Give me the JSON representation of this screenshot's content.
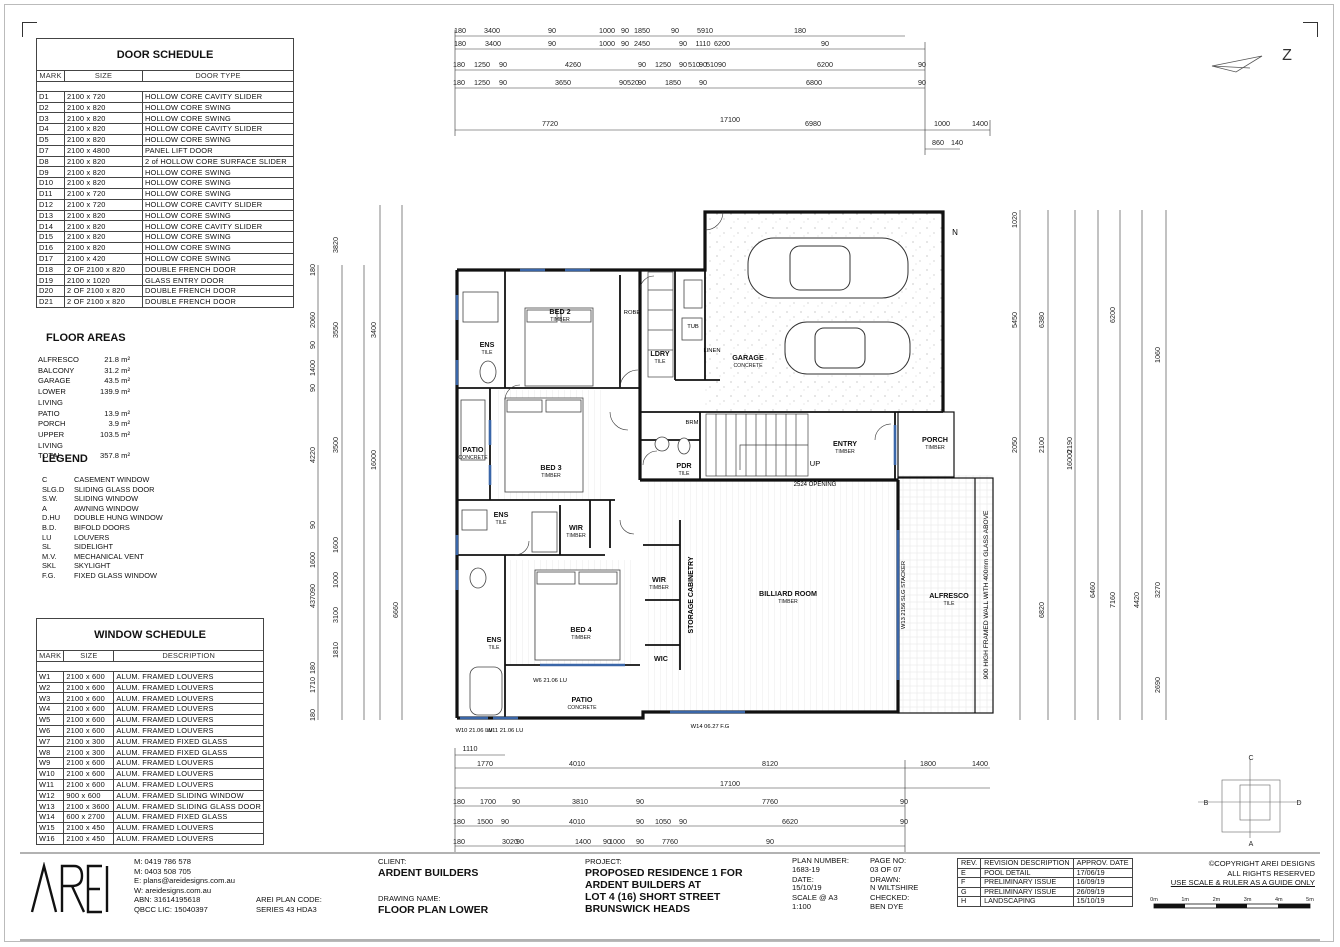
{
  "door_schedule": {
    "title": "DOOR SCHEDULE",
    "headers": [
      "MARK",
      "SIZE",
      "DOOR TYPE"
    ],
    "rows": [
      [
        "D1",
        "2100 x 720",
        "HOLLOW CORE CAVITY SLIDER"
      ],
      [
        "D2",
        "2100 x 820",
        "HOLLOW CORE SWING"
      ],
      [
        "D3",
        "2100 x 820",
        "HOLLOW CORE SWING"
      ],
      [
        "D4",
        "2100 x 820",
        "HOLLOW CORE CAVITY SLIDER"
      ],
      [
        "D5",
        "2100 x 820",
        "HOLLOW CORE SWING"
      ],
      [
        "D7",
        "2100 x 4800",
        "PANEL LIFT DOOR"
      ],
      [
        "D8",
        "2100 x 820",
        "2 of HOLLOW CORE SURFACE SLIDER"
      ],
      [
        "D9",
        "2100 x 820",
        "HOLLOW CORE SWING"
      ],
      [
        "D10",
        "2100 x 820",
        "HOLLOW CORE SWING"
      ],
      [
        "D11",
        "2100 x 720",
        "HOLLOW CORE SWING"
      ],
      [
        "D12",
        "2100 x 720",
        "HOLLOW CORE CAVITY SLIDER"
      ],
      [
        "D13",
        "2100 x 820",
        "HOLLOW CORE SWING"
      ],
      [
        "D14",
        "2100 x 820",
        "HOLLOW CORE CAVITY SLIDER"
      ],
      [
        "D15",
        "2100 x 820",
        "HOLLOW CORE SWING"
      ],
      [
        "D16",
        "2100 x 820",
        "HOLLOW CORE SWING"
      ],
      [
        "D17",
        "2100 x 420",
        "HOLLOW CORE SWING"
      ],
      [
        "D18",
        "2 OF 2100 x 820",
        "DOUBLE FRENCH DOOR"
      ],
      [
        "D19",
        "2100 x 1020",
        "GLASS ENTRY DOOR"
      ],
      [
        "D20",
        "2 OF 2100 x 820",
        "DOUBLE FRENCH DOOR"
      ],
      [
        "D21",
        "2 OF 2100 x 820",
        "DOUBLE FRENCH DOOR"
      ]
    ]
  },
  "floor_areas": {
    "title": "FLOOR AREAS",
    "rows": [
      [
        "ALFRESCO",
        "21.8 m²"
      ],
      [
        "BALCONY",
        "31.2 m²"
      ],
      [
        "GARAGE",
        "43.5 m²"
      ],
      [
        "LOWER LIVING",
        "139.9 m²"
      ],
      [
        "PATIO",
        "13.9 m²"
      ],
      [
        "PORCH",
        "3.9 m²"
      ],
      [
        "UPPER LIVING",
        "103.5 m²"
      ],
      [
        "TOTAL",
        "357.8 m²"
      ]
    ]
  },
  "legend": {
    "title": "LEGEND",
    "rows": [
      [
        "C",
        "CASEMENT WINDOW"
      ],
      [
        "SLG.D",
        "SLIDING GLASS DOOR"
      ],
      [
        "S.W.",
        "SLIDING WINDOW"
      ],
      [
        "A",
        "AWNING WINDOW"
      ],
      [
        "D.HU",
        "DOUBLE HUNG WINDOW"
      ],
      [
        "B.D.",
        "BIFOLD DOORS"
      ],
      [
        "LU",
        "LOUVERS"
      ],
      [
        "SL",
        "SIDELIGHT"
      ],
      [
        "M.V.",
        "MECHANICAL VENT"
      ],
      [
        "SKL",
        "SKYLIGHT"
      ],
      [
        "F.G.",
        "FIXED GLASS WINDOW"
      ]
    ]
  },
  "window_schedule": {
    "title": "WINDOW SCHEDULE",
    "headers": [
      "MARK",
      "SIZE",
      "DESCRIPTION"
    ],
    "rows": [
      [
        "W1",
        "2100 x 600",
        "ALUM. FRAMED LOUVERS"
      ],
      [
        "W2",
        "2100 x 600",
        "ALUM. FRAMED LOUVERS"
      ],
      [
        "W3",
        "2100 x 600",
        "ALUM. FRAMED LOUVERS"
      ],
      [
        "W4",
        "2100 x 600",
        "ALUM. FRAMED LOUVERS"
      ],
      [
        "W5",
        "2100 x 600",
        "ALUM. FRAMED LOUVERS"
      ],
      [
        "W6",
        "2100 x 600",
        "ALUM. FRAMED LOUVERS"
      ],
      [
        "W7",
        "2100 x 300",
        "ALUM. FRAMED FIXED GLASS"
      ],
      [
        "W8",
        "2100 x 300",
        "ALUM. FRAMED FIXED GLASS"
      ],
      [
        "W9",
        "2100 x 600",
        "ALUM. FRAMED LOUVERS"
      ],
      [
        "W10",
        "2100 x 600",
        "ALUM. FRAMED LOUVERS"
      ],
      [
        "W11",
        "2100 x 600",
        "ALUM. FRAMED LOUVERS"
      ],
      [
        "W12",
        "900 x 600",
        "ALUM. FRAMED SLIDING WINDOW"
      ],
      [
        "W13",
        "2100 x 3600",
        "ALUM. FRAMED SLIDING GLASS DOOR"
      ],
      [
        "W14",
        "600 x 2700",
        "ALUM. FRAMED FIXED GLASS"
      ],
      [
        "W15",
        "2100 x 450",
        "ALUM. FRAMED LOUVERS"
      ],
      [
        "W16",
        "2100 x 450",
        "ALUM. FRAMED LOUVERS"
      ]
    ]
  },
  "plan": {
    "rooms": {
      "bed2": {
        "name": "BED 2",
        "finish": "TIMBER"
      },
      "bed3": {
        "name": "BED 3",
        "finish": "TIMBER"
      },
      "bed4": {
        "name": "BED 4",
        "finish": "TIMBER"
      },
      "ens1": {
        "name": "ENS",
        "finish": "TILE"
      },
      "ens2": {
        "name": "ENS",
        "finish": "TILE"
      },
      "ens3": {
        "name": "ENS",
        "finish": "TILE"
      },
      "garage": {
        "name": "GARAGE",
        "finish": "CONCRETE"
      },
      "ldry": {
        "name": "LDRY",
        "finish": "TILE"
      },
      "entry": {
        "name": "ENTRY",
        "finish": "TIMBER"
      },
      "porch": {
        "name": "PORCH",
        "finish": "TIMBER"
      },
      "pdr": {
        "name": "PDR",
        "finish": "TILE"
      },
      "patio1": {
        "name": "PATIO",
        "finish": "CONCRETE"
      },
      "patio2": {
        "name": "PATIO",
        "finish": "CONCRETE"
      },
      "wir1": {
        "name": "WIR",
        "finish": "TIMBER"
      },
      "wir2": {
        "name": "WIR",
        "finish": "TIMBER"
      },
      "wic": {
        "name": "WIC",
        "finish": ""
      },
      "billiard": {
        "name": "BILLIARD ROOM",
        "finish": "TIMBER"
      },
      "alfresco": {
        "name": "ALFRESCO",
        "finish": "TILE"
      }
    },
    "labels": {
      "up": "UP",
      "storage": "STORAGE CABINETRY",
      "robe": "ROBE",
      "linen": "LINEN",
      "tub": "TUB",
      "brm": "BRM",
      "glass_wall": "900 HIGH FRAMED WALL WITH 400mm GLASS ABOVE",
      "stacker": "W13 2156 SLG STACKER",
      "void": "2524 OPENING",
      "w14": "W14 06.27 F.G",
      "w6": "W6 21.06 LU",
      "w10": "W10 21.06 LU",
      "w11": "W11 21.06 LU",
      "north": "N"
    },
    "dims_top": [
      [
        "180",
        "3400",
        "90",
        "1000",
        "90",
        "1850",
        "90",
        "5910",
        "180"
      ],
      [
        "180",
        "3400",
        "90",
        "1000",
        "90",
        "2450",
        "90",
        "1110",
        "6200",
        "90"
      ],
      [
        "180",
        "1250",
        "90",
        "4260",
        "90",
        "1250",
        "90",
        "510",
        "90",
        "510",
        "90",
        "6200",
        "90"
      ],
      [
        "180",
        "1250",
        "90",
        "3650",
        "90",
        "520",
        "90",
        "1850",
        "90",
        "6800",
        "90"
      ],
      [
        "7720",
        "17100",
        "6980",
        "1000",
        "1400"
      ],
      [
        "860",
        "140"
      ]
    ],
    "dims_bottom": [
      [
        "1110"
      ],
      [
        "1770",
        "4010",
        "8120",
        "1800",
        "1400"
      ],
      [
        "17100"
      ],
      [
        "180",
        "1700",
        "90",
        "3810",
        "90",
        "7760",
        "90"
      ],
      [
        "180",
        "1500",
        "90",
        "4010",
        "90",
        "1050",
        "90",
        "6620",
        "90"
      ],
      [
        "180",
        "3020",
        "90",
        "1400",
        "90",
        "1000",
        "90",
        "7760",
        "90"
      ]
    ],
    "dims_left": [
      "180",
      "2060",
      "90",
      "1400",
      "90",
      "4220",
      "90",
      "1600",
      "90",
      "4370",
      "180",
      "1710",
      "180",
      "3820",
      "3550",
      "3500",
      "1600",
      "1000",
      "3100",
      "1810",
      "3400",
      "16000",
      "6660"
    ],
    "dims_right": [
      "1020",
      "5450",
      "6380",
      "6200",
      "1060",
      "2050",
      "2100",
      "2190",
      "16000",
      "6820",
      "6460",
      "7160",
      "4420",
      "3270",
      "2690"
    ],
    "compass": {
      "c": "C",
      "a": "A",
      "b": "B",
      "d": "D"
    }
  },
  "title_block": {
    "phone1": "M: 0419 786 578",
    "phone2": "M: 0403 508 705",
    "email": "E: plans@areidesigns.com.au",
    "web": "W: areidesigns.com.au",
    "abn": "ABN: 31614195618",
    "qbcc": "QBCC LIC: 15040397",
    "plan_code_label": "AREI PLAN CODE:",
    "plan_code": "SERIES 43 HDA3",
    "client_label": "CLIENT:",
    "client": "ARDENT BUILDERS",
    "drawing_label": "DRAWING NAME:",
    "drawing": "FLOOR PLAN LOWER",
    "project_label": "PROJECT:",
    "project_lines": [
      "PROPOSED RESIDENCE 1 FOR",
      "ARDENT BUILDERS AT",
      "LOT 4 (16) SHORT STREET",
      "BRUNSWICK HEADS"
    ],
    "plan_number_label": "PLAN NUMBER:",
    "plan_number": "1683-19",
    "date_label": "DATE:",
    "date": "15/10/19",
    "scale_label": "SCALE @ A3",
    "scale": "1:100",
    "page_label": "PAGE NO:",
    "page": "03 OF 07",
    "drawn_label": "DRAWN:",
    "drawn": "N WILTSHIRE",
    "checked_label": "CHECKED:",
    "checked": "BEN DYE",
    "logo": "AREI",
    "copyright1": "©COPYRIGHT AREI DESIGNS",
    "copyright2": "ALL RIGHTS RESERVED",
    "scale_note": "USE SCALE & RULER AS A GUIDE ONLY",
    "scale_bar": [
      "0m",
      "1m",
      "2m",
      "3m",
      "4m",
      "5m"
    ]
  },
  "revisions": {
    "headers": [
      "REV.",
      "REVISION DESCRIPTION",
      "APPROV. DATE"
    ],
    "rows": [
      [
        "E",
        "POOL DETAIL",
        "17/06/19"
      ],
      [
        "F",
        "PRELIMINARY ISSUE",
        "16/09/19"
      ],
      [
        "G",
        "PRELIMINARY ISSUE",
        "26/09/19"
      ],
      [
        "H",
        "LANDSCAPING",
        "15/10/19"
      ]
    ]
  }
}
